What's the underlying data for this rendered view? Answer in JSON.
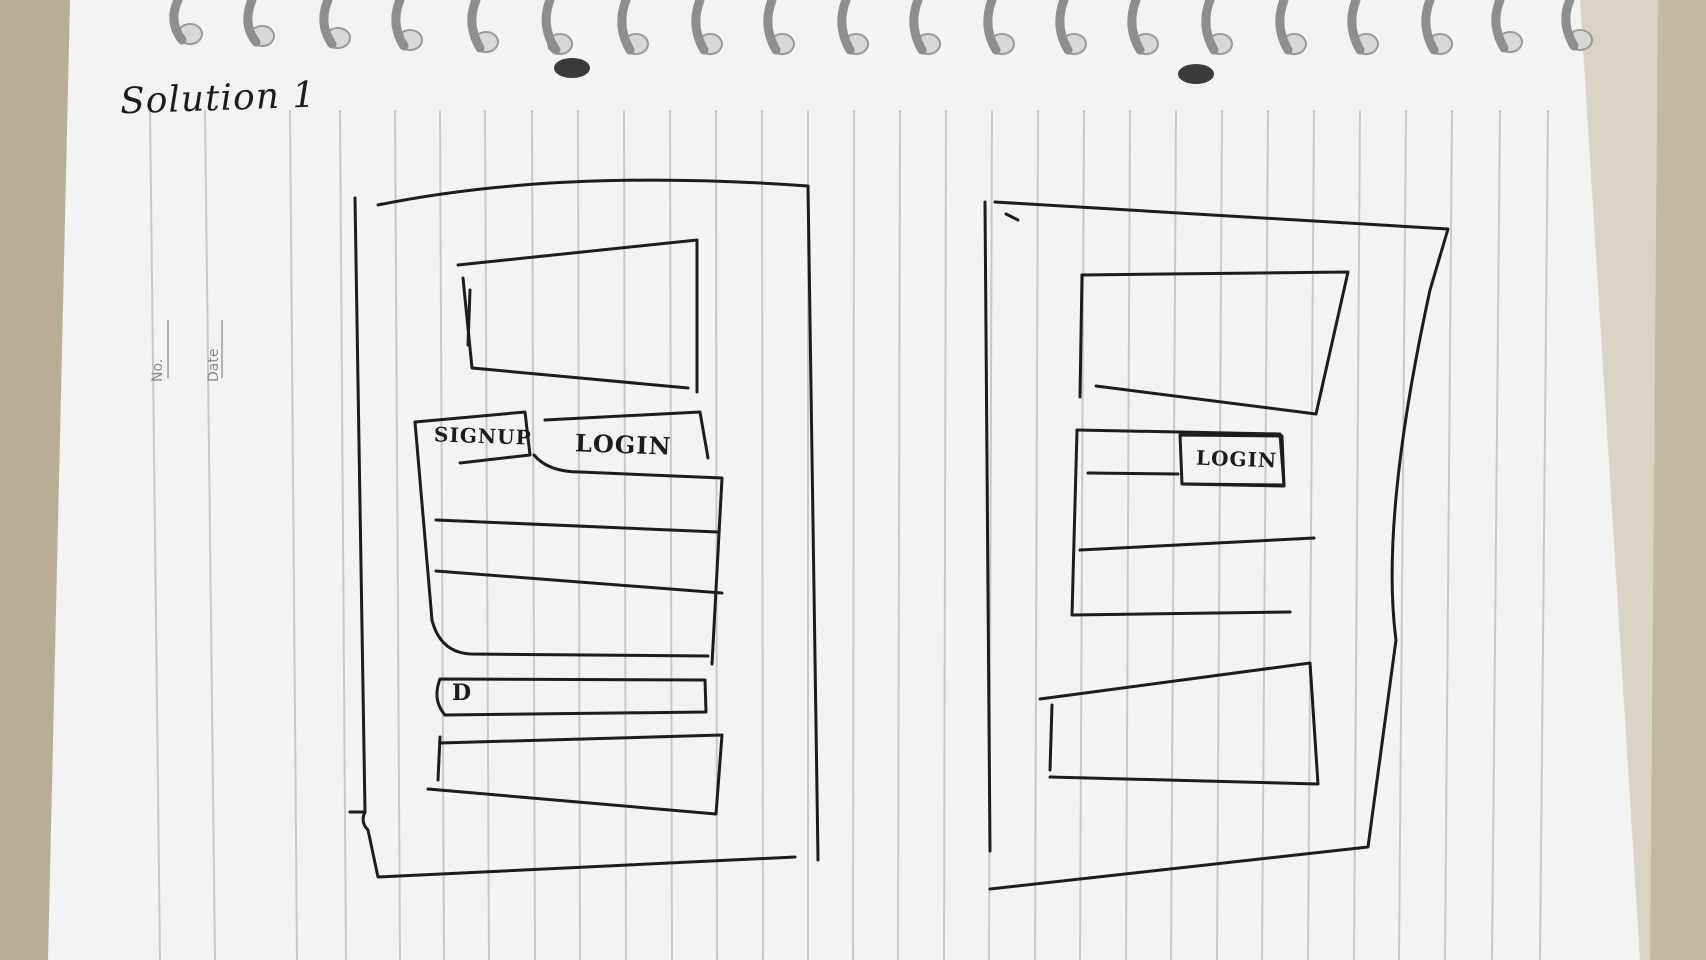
{
  "notebook": {
    "heading": "Solution 1",
    "margin_labels": {
      "no": "No.",
      "date": "Date"
    }
  },
  "sketch_left": {
    "tab_signup": "SIGNUP",
    "tab_login": "LOGIN",
    "checkbox_mark": "D"
  },
  "sketch_right": {
    "login_button": "LOGIN"
  },
  "colors": {
    "ink": "#1c1c1c",
    "paper": "#f4f4f2",
    "rule": "#c9c9c9"
  }
}
